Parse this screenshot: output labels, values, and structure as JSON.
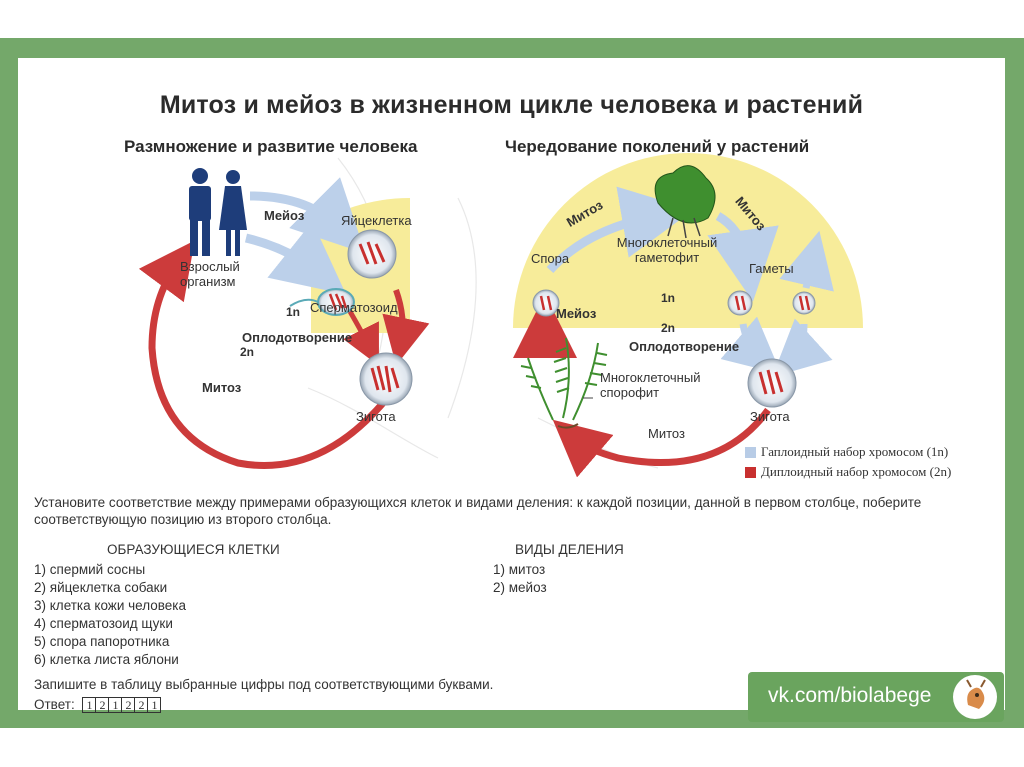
{
  "header": {
    "title": "Митоз и мейоз в жизненном цикле человека и растений",
    "left_subtitle": "Размножение и развитие человека",
    "right_subtitle": "Чередование поколений у растений"
  },
  "human_diagram": {
    "adult": "Взрослый организм",
    "meiosis": "Мейоз",
    "egg": "Яйцеклетка",
    "sperm": "Сперматозоид",
    "n1": "1n",
    "fertilization": "Оплодотворение",
    "n2": "2n",
    "mitosis": "Митоз",
    "zygote": "Зигота"
  },
  "plant_diagram": {
    "mitosis_left": "Митоз",
    "mitosis_right": "Митоз",
    "gametophyte": "Многоклеточный гаметофит",
    "spore": "Спора",
    "gametes": "Гаметы",
    "n1": "1n",
    "meiosis": "Мейоз",
    "n2": "2n",
    "fertilization": "Оплодотворение",
    "sporophyte": "Многоклеточный спорофит",
    "zygote": "Зигота",
    "mitosis_bottom": "Митоз"
  },
  "legend": {
    "haploid": "Гаплоидный набор хромосом (1n)",
    "diploid": "Диплоидный набор хромосом (2n)"
  },
  "task": {
    "instruction": "Установите соответствие между примерами образующихся клеток и видами деления: к каждой позиции, данной в первом столбце, поберите соответствующую позицию из второго столбца.",
    "left_header": "ОБРАЗУЮЩИЕСЯ КЛЕТКИ",
    "right_header": "ВИДЫ ДЕЛЕНИЯ",
    "left_items": [
      "1) спермий сосны",
      "2) яйцеклетка собаки",
      "3) клетка кожи человека",
      "4) сперматозоид щуки",
      "5) спора папоротника",
      "6) клетка листа яблони"
    ],
    "right_items": [
      "1) митоз",
      "2) мейоз"
    ],
    "footer": "Запишите в таблицу выбранные цифры под соответствующими буквами.",
    "answer_label": "Ответ:",
    "answer_digits": [
      "1",
      "2",
      "1",
      "2",
      "2",
      "1"
    ]
  },
  "watermark": {
    "text": "vk.com/biolabege"
  },
  "colors": {
    "frame": "#74a86a",
    "haploid": "#b8cce6",
    "diploid": "#c8302f",
    "yellow_zone": "#f7ec9a",
    "arrow_red": "#cc3b3b",
    "arrow_blue": "#bcd0ea"
  }
}
